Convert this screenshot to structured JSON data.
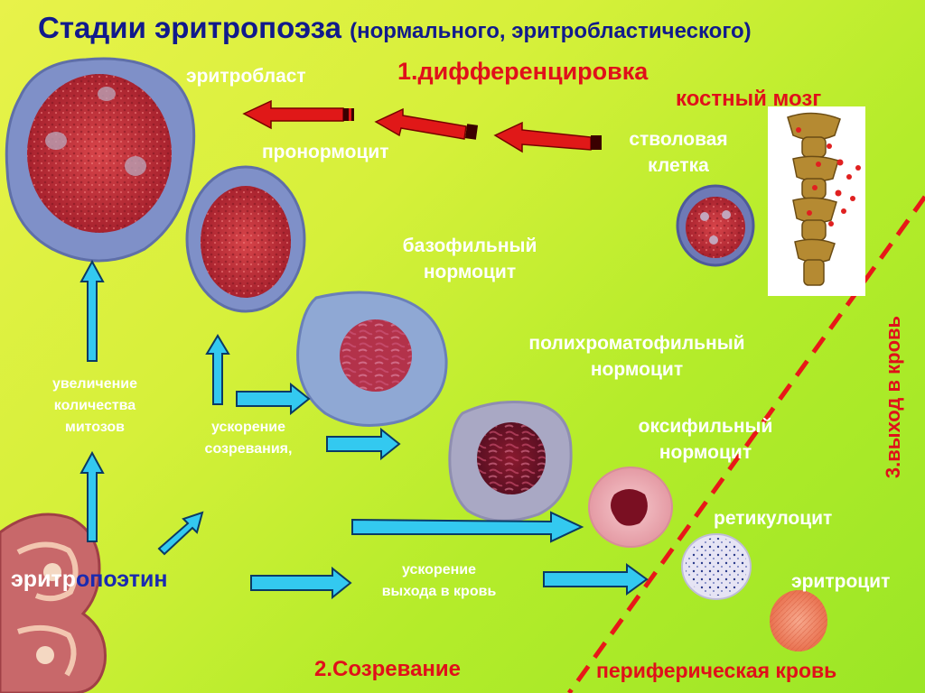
{
  "title": {
    "main": "Стадии эритропоэза",
    "sub": "(нормального, эритробластического)"
  },
  "stages": {
    "s1": "1.дифференцировка",
    "s2": "2.Созревание",
    "s3": "3.выход в кровь"
  },
  "places": {
    "bone_marrow": "костный мозг",
    "peripheral_blood": "периферическая кровь"
  },
  "cells": {
    "erythroblast": "эритробласт",
    "pronormocyte": "пронормоцит",
    "stem_cell_1": "стволовая",
    "stem_cell_2": "клетка",
    "basophilic_1": "базофильный",
    "basophilic_2": "нормоцит",
    "polychromatophilic_1": "полихроматофильный",
    "polychromatophilic_2": "нормоцит",
    "oxyphilic_1": "оксифильный",
    "oxyphilic_2": "нормоцит",
    "reticulocyte": "ретикулоцит",
    "erythrocyte": "эритроцит"
  },
  "effects": {
    "mitoses_1": "увеличение",
    "mitoses_2": "количества",
    "mitoses_3": "митозов",
    "maturation_1": "ускорение",
    "maturation_2": "созревания,",
    "release_1": "ускорение",
    "release_2": "выхода в кровь"
  },
  "hormone": {
    "part1": "эритр",
    "part2": "опоэтин"
  },
  "colors": {
    "title": "#111a8c",
    "stage_red": "#e0101a",
    "label": "#ffffff",
    "arrow_blue": "#33c9f0",
    "arrow_red": "#e01818",
    "dashed_line": "#e81818",
    "hormone_blue": "#1a2ab0"
  }
}
